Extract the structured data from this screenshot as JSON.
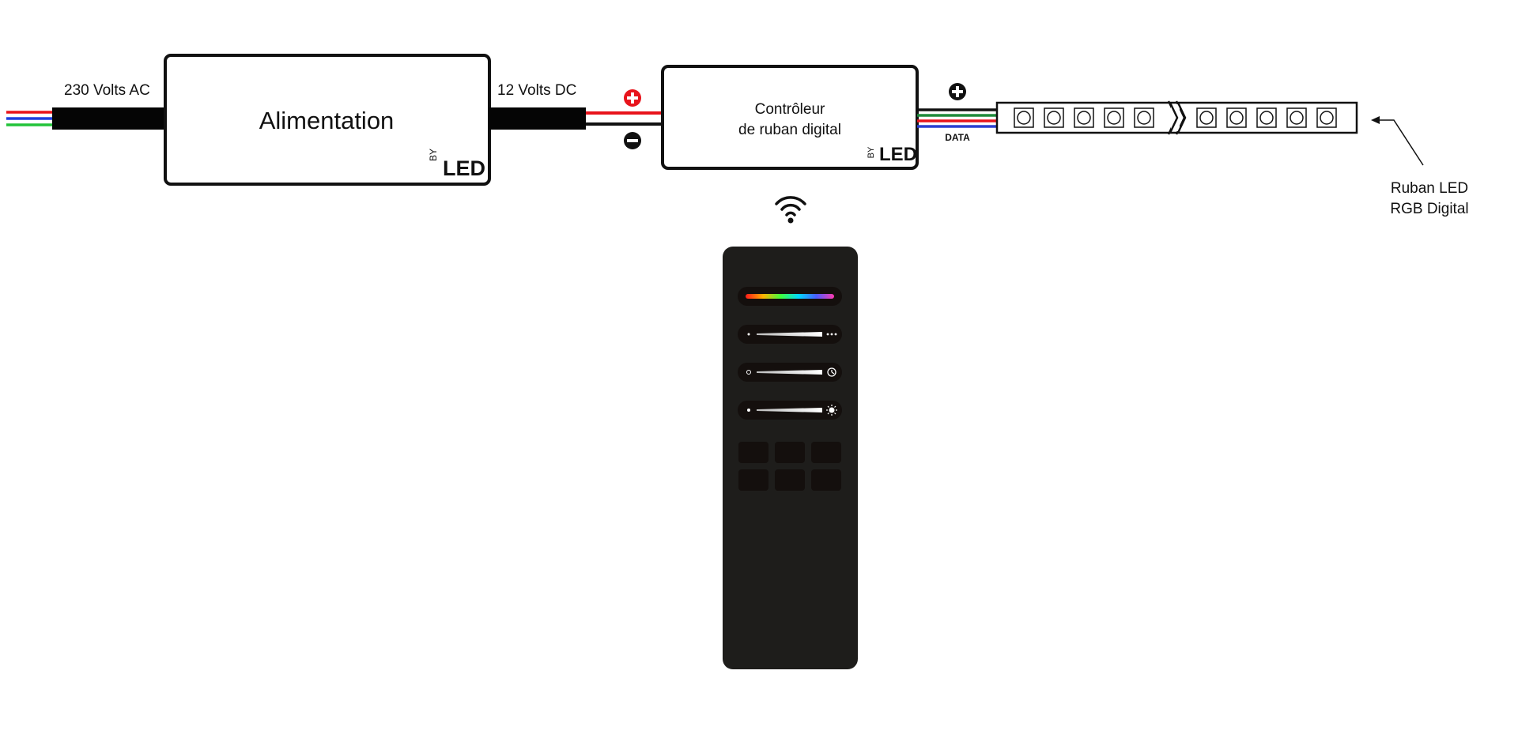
{
  "labels": {
    "input_voltage": "230 Volts AC",
    "power_supply": "Alimentation",
    "output_voltage": "12 Volts DC",
    "controller_line1": "Contrôleur",
    "controller_line2": "de ruban digital",
    "data_wire": "DATA",
    "strip_line1": "Ruban LED",
    "strip_line2": "RGB Digital"
  },
  "brand": {
    "by": "BY",
    "led": "LED"
  },
  "icons": {
    "positive": "plus-icon",
    "negative": "minus-icon",
    "wireless": "wifi-icon",
    "remote": "remote-control"
  },
  "colors": {
    "outline": "#111111",
    "positive_wire": "#e8141c",
    "negative_wire": "#111111",
    "ac_red": "#e8141c",
    "ac_blue": "#1e3fe0",
    "ac_green": "#22c33a",
    "remote_body": "#1e1d1b",
    "remote_button": "#140f0d"
  }
}
